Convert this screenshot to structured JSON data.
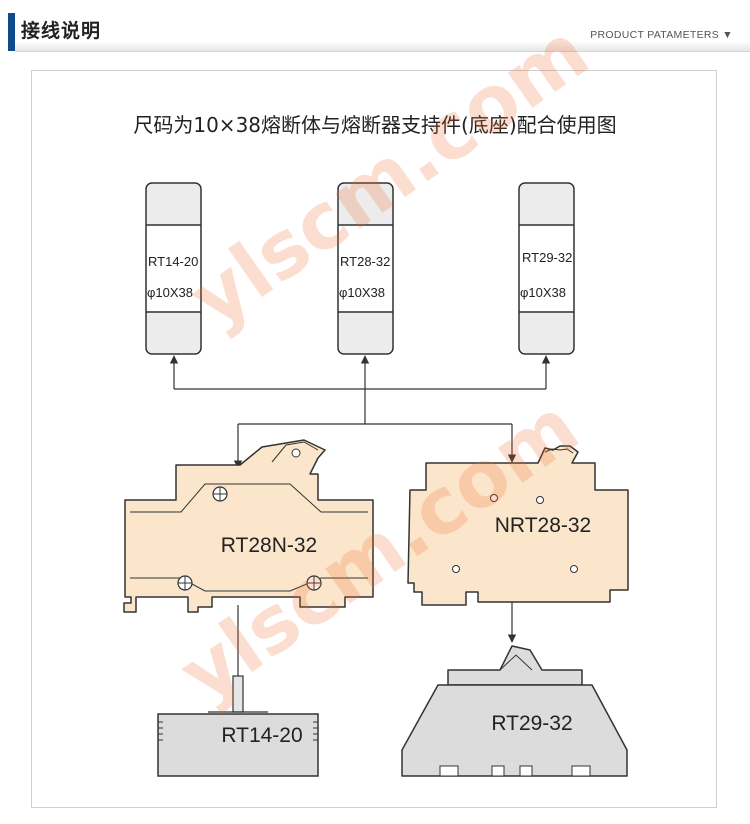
{
  "header": {
    "title": "接线说明",
    "right_label": "PRODUCT PATAMETERS ▼"
  },
  "diagram": {
    "title": "尺码为10×38熔断体与熔断器支持件(底座)配合使用图",
    "fuses": [
      {
        "model": "RT14-20",
        "size": "φ10X38"
      },
      {
        "model": "RT28-32",
        "size": "φ10X38"
      },
      {
        "model": "RT29-32",
        "size": "φ10X38"
      }
    ],
    "holders": [
      {
        "model": "RT28N-32"
      },
      {
        "model": "NRT28-32"
      }
    ],
    "bases": [
      {
        "model": "RT14-20"
      },
      {
        "model": "RT29-32"
      }
    ],
    "watermark": "ylscm.com",
    "colors": {
      "accent": "#0f4a8a",
      "holder_fill": "#fbe6cc",
      "fuse_fill": "#ececec",
      "base_fill": "#dcdcdc",
      "watermark": "#f26a2a"
    }
  }
}
